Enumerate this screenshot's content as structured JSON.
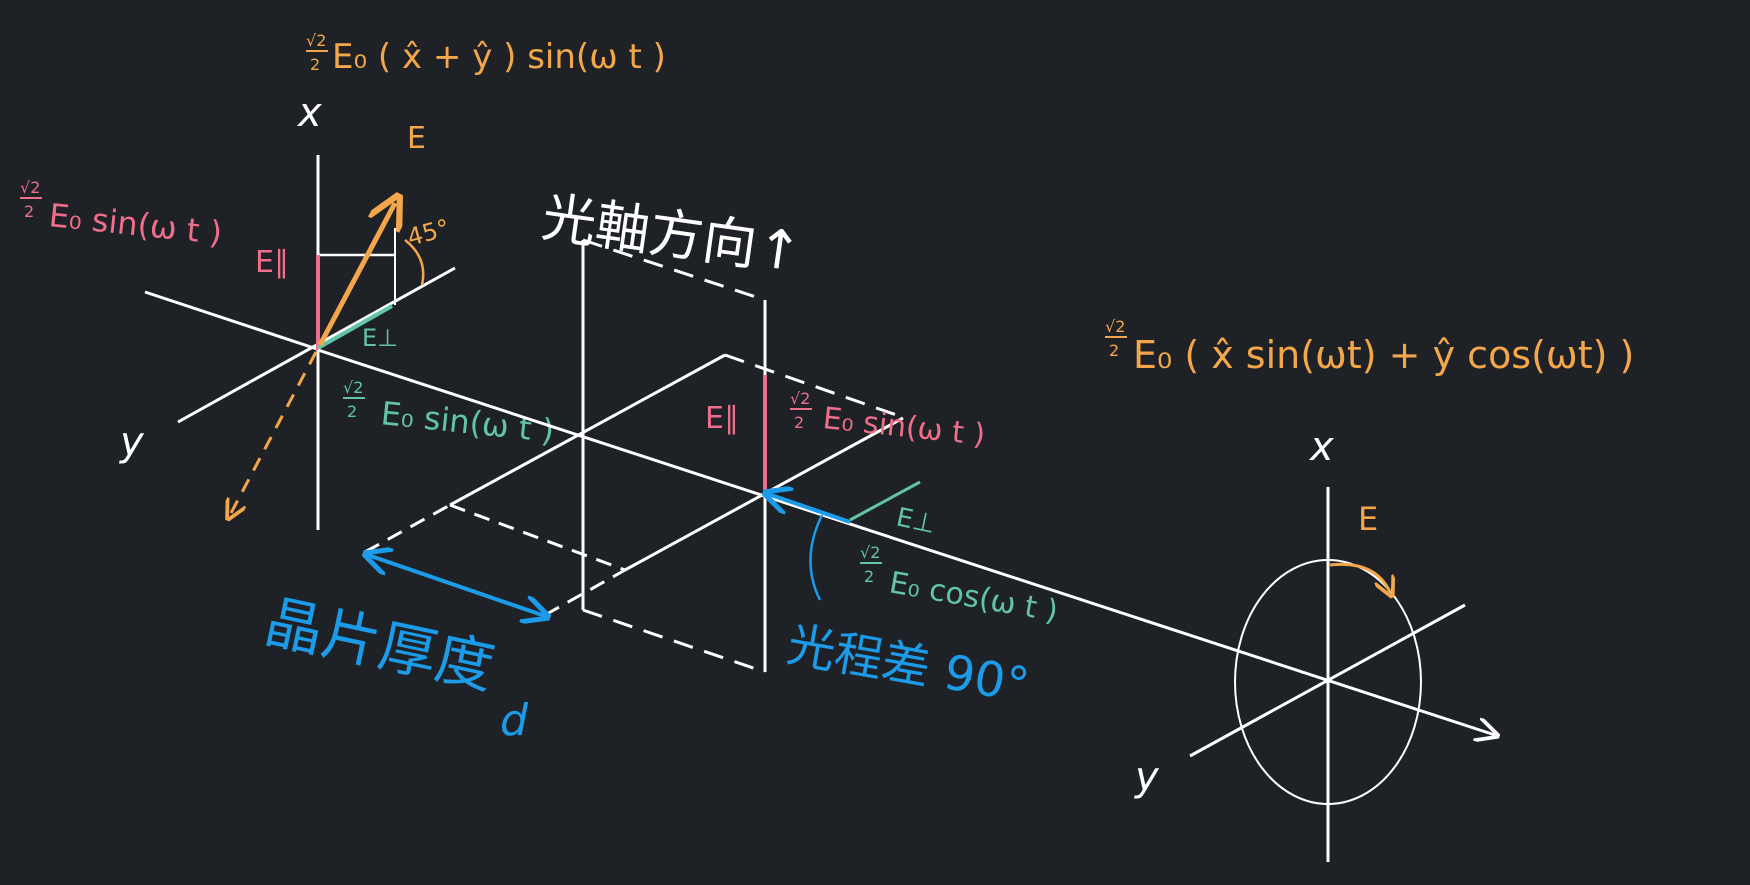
{
  "colors": {
    "background": "#1e2226",
    "line": "#ffffff",
    "e_field": "#f4a64a",
    "e_parallel": "#ef6e8a",
    "e_perp": "#62c4a6",
    "annotation": "#1c9be8"
  },
  "left_axes": {
    "x_label": "x",
    "y_label": "y",
    "E_label": "E",
    "angle_label": "45°",
    "E_par_label": "E∥",
    "E_perp_label": "E⊥",
    "input_expr_prefix": "√2",
    "input_expr_den": "2",
    "input_expr_body": "E₀ ( x̂ + ŷ ) sin(ω t )",
    "par_expr_body": "E₀ sin(ω t )",
    "perp_expr_body": "E₀ sin(ω t )"
  },
  "crystal": {
    "optic_axis_label": "光軸方向↑",
    "thickness_label": "晶片厚度",
    "thickness_symbol": "d",
    "E_par_label": "E∥",
    "E_par_expr_body": "E₀ sin(ω t )",
    "E_perp_label": "E⊥",
    "E_perp_expr_body": "E₀ cos(ω t )",
    "path_diff_label": "光程差 90°"
  },
  "right_axes": {
    "x_label": "x",
    "y_label": "y",
    "E_label": "E",
    "output_expr_body": "E₀ ( x̂ sin(ωt) + ŷ cos(ωt) )"
  }
}
